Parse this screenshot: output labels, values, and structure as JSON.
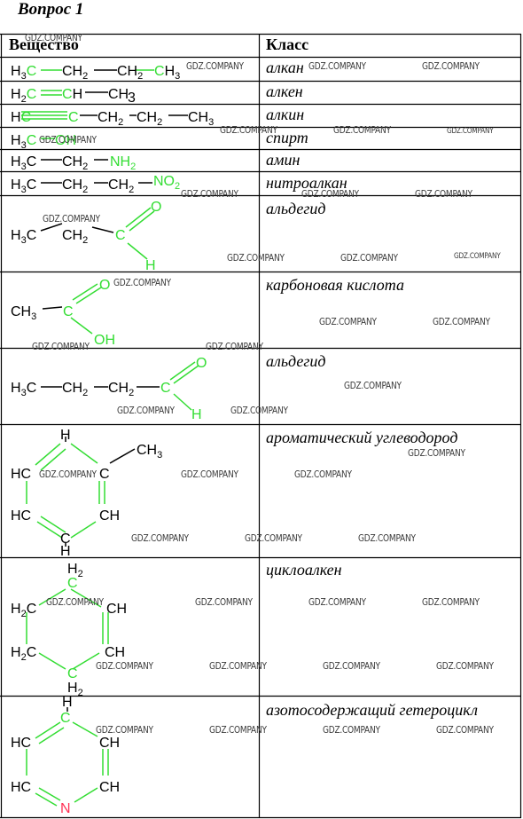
{
  "title": "Вопрос 1",
  "header": {
    "substance": "Вещество",
    "class": "Класс"
  },
  "colors": {
    "highlight": "#33dd33",
    "nitrogen": "#ff3355",
    "grid": "#000000",
    "watermark": "#3a3a3a"
  },
  "rows": [
    {
      "class": "алкан",
      "f": [
        "H",
        "3",
        "C",
        "CH",
        "2",
        "CH",
        "2",
        "C",
        "H",
        "3"
      ]
    },
    {
      "class": "алкен",
      "f": [
        "H",
        "2",
        "C",
        "C",
        "H",
        "CH",
        "3"
      ]
    },
    {
      "class": "алкин",
      "f": [
        "H",
        "C",
        "C",
        "CH",
        "2",
        "CH",
        "2",
        "CH",
        "3"
      ]
    },
    {
      "class": "спирт",
      "f": [
        "H",
        "3",
        "C",
        "OH"
      ]
    },
    {
      "class": "амин",
      "f": [
        "H",
        "3",
        "C",
        "CH",
        "2",
        "NH",
        "2"
      ]
    },
    {
      "class": "нитроалкан",
      "f": [
        "H",
        "3",
        "C",
        "CH",
        "2",
        "CH",
        "2",
        "NO",
        "2"
      ]
    },
    {
      "class": "альдегид",
      "f": [
        "H",
        "3",
        "C",
        "CH",
        "2",
        "C",
        "O",
        "H"
      ]
    },
    {
      "class": "карбоновая кислота",
      "f": [
        "CH",
        "3",
        "C",
        "O",
        "OH"
      ]
    },
    {
      "class": "альдегид",
      "f": [
        "H",
        "3",
        "C",
        "CH",
        "2",
        "CH",
        "2",
        "C",
        "O",
        "H"
      ]
    },
    {
      "class": "ароматический углеводород",
      "f": [
        "H",
        "CH",
        "3",
        "HC",
        "C",
        "HC",
        "CH",
        "C",
        "H"
      ]
    },
    {
      "class": "циклоалкен",
      "f": [
        "H",
        "2",
        "C",
        "H",
        "2",
        "C",
        "CH",
        "H",
        "2",
        "C",
        "CH",
        "C",
        "H",
        "2"
      ]
    },
    {
      "class": "азотосодержащий гетероцикл",
      "f": [
        "H",
        "C",
        "CH",
        "HC",
        "HC",
        "CH",
        "N"
      ]
    }
  ],
  "watermark": "GDZ.COMPANY"
}
